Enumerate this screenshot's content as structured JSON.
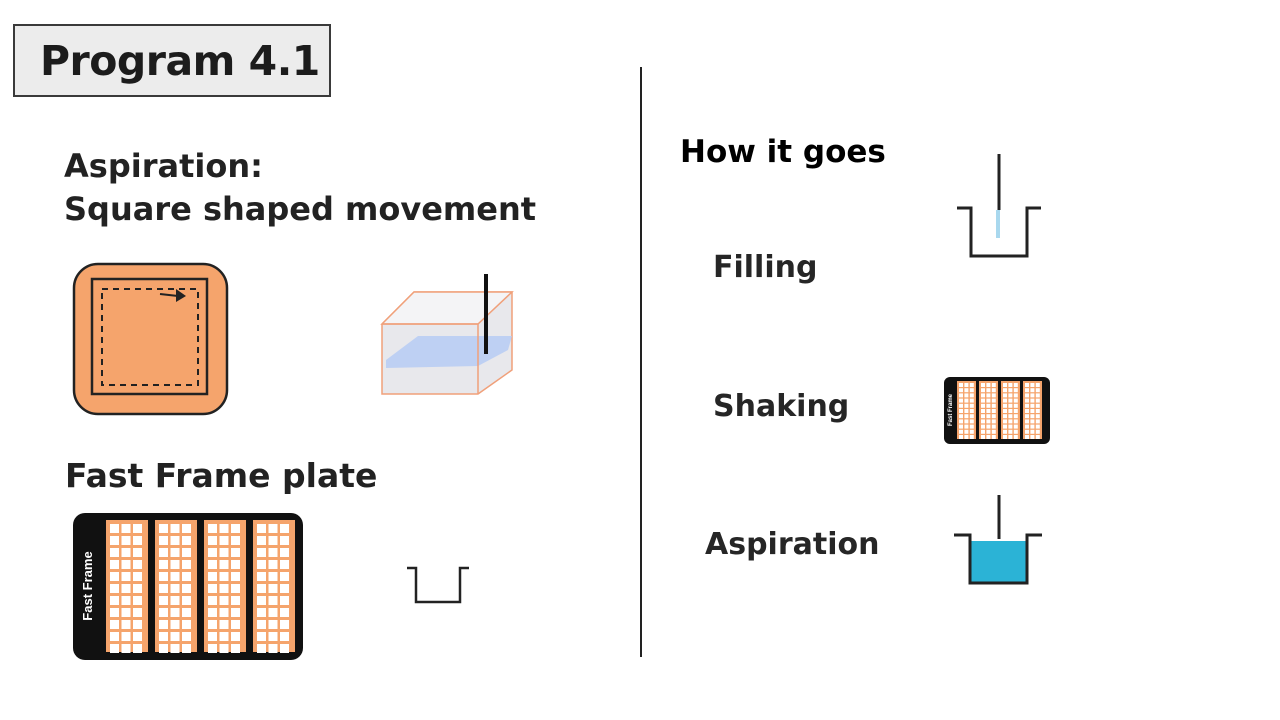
{
  "title": "Program 4.1",
  "left": {
    "aspiration_heading_line1": "Aspiration:",
    "aspiration_heading_line2": "Square shaped movement",
    "fast_frame_heading": "Fast Frame plate",
    "plate_brand": "Fast Frame",
    "plate_strip_count": 4
  },
  "right": {
    "heading": "How it goes",
    "steps": [
      {
        "label": "Filling"
      },
      {
        "label": "Shaking"
      },
      {
        "label": "Aspiration"
      }
    ]
  },
  "colors": {
    "well_orange": "#f5a46c",
    "plate_black": "#111111",
    "liquid_blue": "#2bb3d6",
    "liquid_light_blue": "#a9d8ee",
    "title_box_bg": "#ececec"
  }
}
